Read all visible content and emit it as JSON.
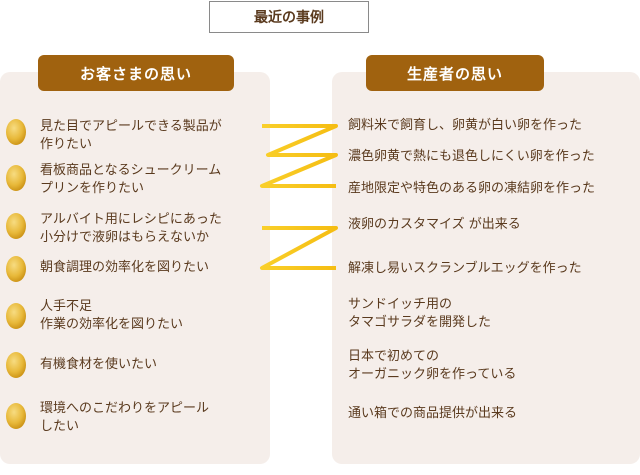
{
  "title": "最近の事例",
  "left_header": "お客さまの思い",
  "right_header": "生産者の思い",
  "left_items": [
    {
      "line1": "見た目でアピールできる製品が",
      "line2": "作りたい"
    },
    {
      "line1": "看板商品となるシュークリーム",
      "line2": "プリンを作りたい"
    },
    {
      "line1": "アルバイト用にレシピにあった",
      "line2": "小分けで液卵はもらえないか"
    },
    {
      "line1": "朝食調理の効率化を図りたい",
      "line2": ""
    },
    {
      "line1": "人手不足",
      "line2": "作業の効率化を図りたい"
    },
    {
      "line1": "有機食材を使いたい",
      "line2": ""
    },
    {
      "line1": "環境へのこだわりをアピール",
      "line2": "したい"
    }
  ],
  "right_items": [
    {
      "line1": "飼料米で飼育し、卵黄が白い卵を作った",
      "line2": ""
    },
    {
      "line1": "濃色卵黄で熱にも退色しにくい卵を作った",
      "line2": ""
    },
    {
      "line1": "産地限定や特色のある卵の凍結卵を作った",
      "line2": ""
    },
    {
      "line1": "液卵のカスタマイズ が出来る",
      "line2": ""
    },
    {
      "line1": "解凍し易いスクランブルエッグを作った",
      "line2": ""
    },
    {
      "line1": "サンドイッチ用の",
      "line2": "タマゴサラダを開発した"
    },
    {
      "line1": "日本で初めての",
      "line2": "オーガニック卵を作っている"
    },
    {
      "line1": "通い箱での商品提供が出来る",
      "line2": ""
    }
  ],
  "colors": {
    "header_bg": "#a0620f",
    "panel_bg": "#f5eeea",
    "connector": "#f7c51e",
    "text": "#5a3a1e"
  }
}
